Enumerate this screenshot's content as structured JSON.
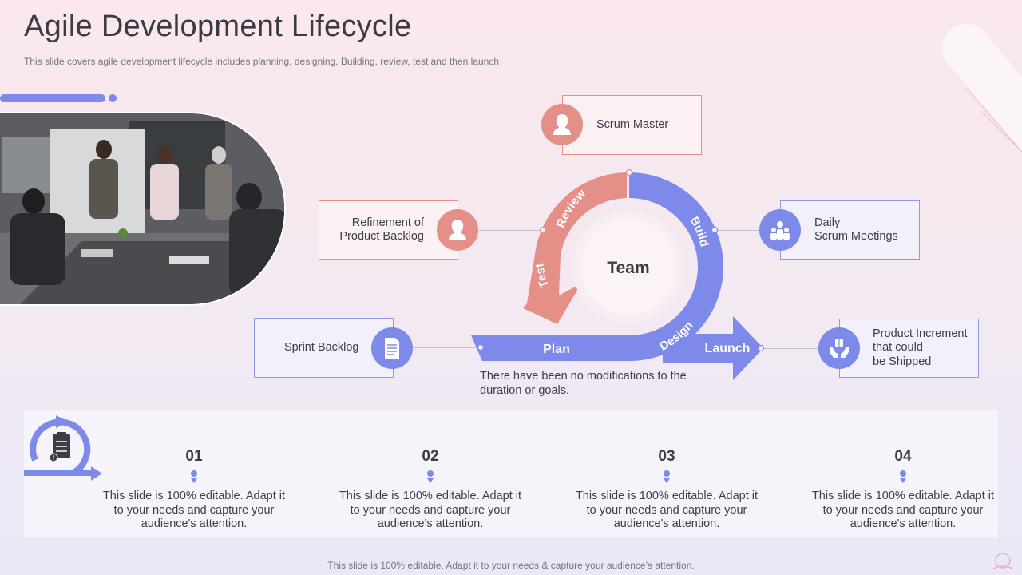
{
  "slide": {
    "title": "Agile Development Lifecycle",
    "subtitle": "This slide covers agile development lifecycle includes planning, designing, Building, review, test and then launch",
    "footer": "This slide is 100% editable. Adapt it to your needs & capture your audience’s attention."
  },
  "diagram": {
    "center_label": "Team",
    "stages": {
      "plan": "Plan",
      "design": "Design",
      "build": "Build",
      "review": "Review",
      "test": "Test",
      "launch": "Launch"
    },
    "note": "There have been no modifications to the duration or goals."
  },
  "roles": {
    "scrum_master": "Scrum Master",
    "refinement": "Refinement of\nProduct Backlog",
    "daily_scrum": "Daily\nScrum Meetings",
    "sprint_backlog": "Sprint Backlog",
    "increment": "Product Increment\nthat could\nbe Shipped"
  },
  "steps": [
    {
      "number": "01",
      "text": "This slide is 100% editable. Adapt it to your needs and capture your audience's attention."
    },
    {
      "number": "02",
      "text": "This slide is 100% editable. Adapt it to your needs and capture your audience's attention."
    },
    {
      "number": "03",
      "text": "This slide is 100% editable. Adapt it to your needs and capture your audience's attention."
    },
    {
      "number": "04",
      "text": "This slide is 100% editable. Adapt it to your needs and capture your audience's attention."
    }
  ],
  "colors": {
    "accent_blue": "#7d8aea",
    "accent_pink": "#e48f88",
    "text_dark": "#3d3d45"
  },
  "icons": {
    "scrum_master": "user-female-icon",
    "refinement": "user-female-icon",
    "daily_scrum": "team-meeting-icon",
    "sprint_backlog": "document-icon",
    "increment": "hands-gift-icon",
    "bottom_cycle": "clipboard-cycle-icon"
  }
}
